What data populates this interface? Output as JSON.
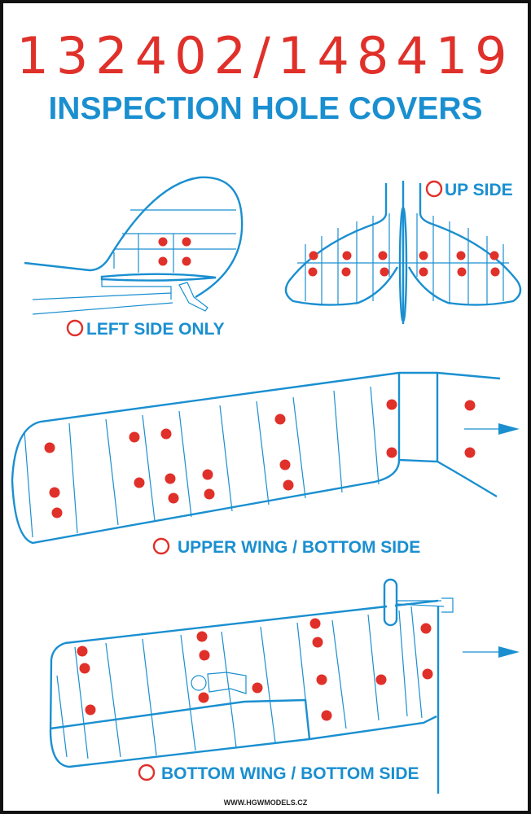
{
  "header": {
    "code": "132402/148419",
    "title": "INSPECTION HOLE COVERS"
  },
  "labels": {
    "rudder": "LEFT SIDE ONLY",
    "tailplane": "UP SIDE",
    "upper_wing": "UPPER WING / BOTTOM SIDE",
    "bottom_wing": "BOTTOM WING / BOTTOM SIDE"
  },
  "footer": {
    "url": "WWW.HGWMODELS.CZ"
  },
  "colors": {
    "red": "#e0302a",
    "blue": "#1a8fd0"
  }
}
